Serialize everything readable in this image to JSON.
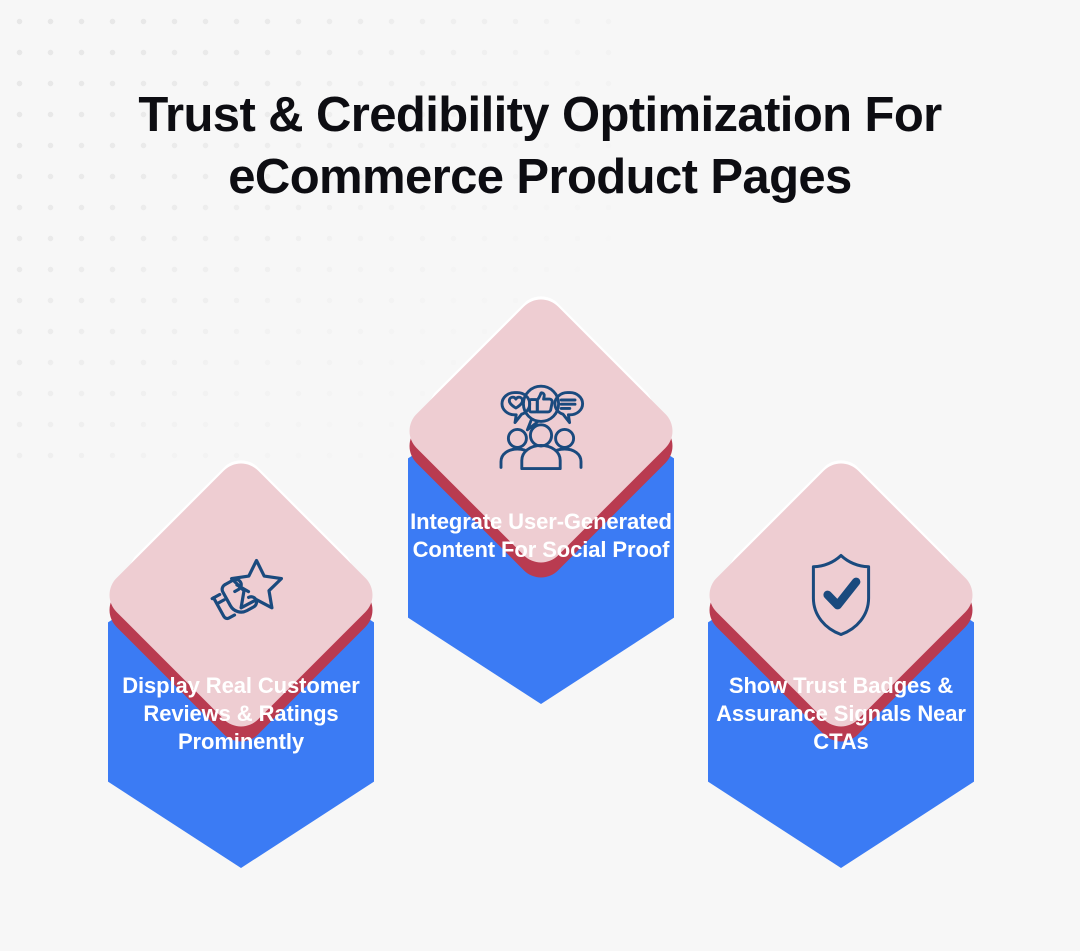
{
  "page": {
    "title": "Trust & Credibility Optimization For eCommerce Product Pages",
    "background_color": "#f7f7f7"
  },
  "theme": {
    "blue": "#3b7bf4",
    "crimson": "#b93b50",
    "pink": "#eecdd2",
    "white": "#ffffff",
    "icon_navy": "#1a4a7e",
    "title_color": "#0d0d12",
    "label_color": "#ffffff",
    "dot_pattern_color": "#e6e6e6"
  },
  "cards": [
    {
      "id": "left",
      "label": "Display Real Customer Reviews & Ratings Prominently",
      "icon": "hand-tapping-star-icon",
      "icon_description": "A hand pointing at an outlined five-pointed star, representing a customer rating"
    },
    {
      "id": "center",
      "label": "Integrate User-Generated Content For Social Proof",
      "icon": "people-with-speech-bubbles-icon",
      "icon_description": "Three people below three speech bubbles containing a heart, a thumbs-up and text lines"
    },
    {
      "id": "right",
      "label": "Show Trust Badges & Assurance Signals Near CTAs",
      "icon": "shield-check-icon",
      "icon_description": "An outlined shield containing a bold checkmark"
    }
  ]
}
